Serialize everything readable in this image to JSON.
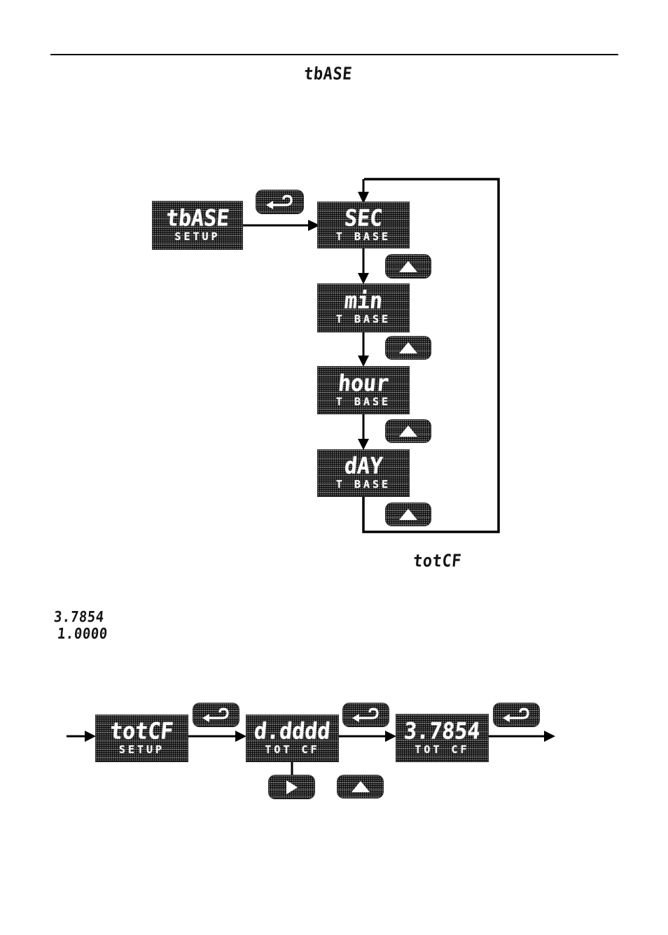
{
  "page": {
    "title_lcd": "tbASE",
    "section_lcd": "totCF",
    "inline_values": [
      "3.7854",
      "1.0000"
    ]
  },
  "colors": {
    "ink": "#000000",
    "display_bg": "#0e0e0e",
    "lcd_text": "#ffffff"
  },
  "icons": {
    "enter": "return-arrow",
    "up": "up-triangle",
    "right": "right-triangle"
  },
  "tbase_flow": {
    "entry_box": {
      "main": "tbASE",
      "sub": "SETUP"
    },
    "options": [
      {
        "main": "SEC",
        "sub": "T BASE"
      },
      {
        "main": "min",
        "sub": "T BASE"
      },
      {
        "main": "hour",
        "sub": "T BASE"
      },
      {
        "main": "dAY",
        "sub": "T BASE"
      }
    ]
  },
  "totcf_flow": {
    "entry_box": {
      "main": "totCF",
      "sub": "SETUP"
    },
    "digit_box": {
      "main": "d.dddd",
      "sub": "TOT CF"
    },
    "value_box": {
      "main": "3.7854",
      "sub": "TOT CF"
    }
  }
}
